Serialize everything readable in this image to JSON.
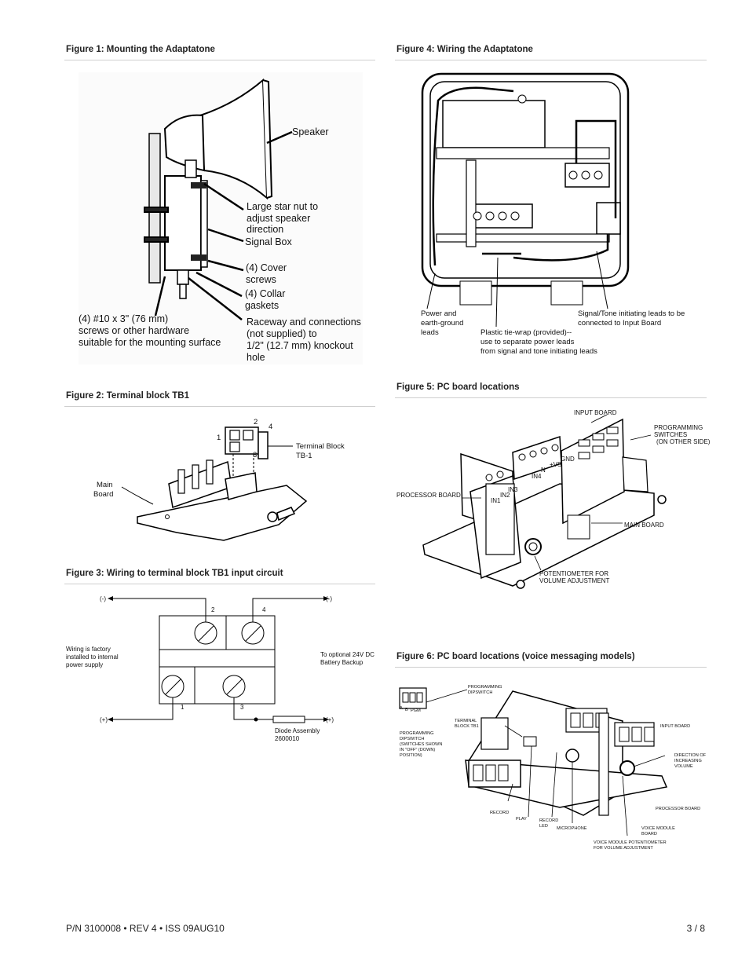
{
  "figures": {
    "fig1": {
      "title": "Figure 1:  Mounting the Adaptatone",
      "labels": {
        "speaker": "Speaker",
        "star_nut_1": "Large star nut to",
        "star_nut_2": "adjust speaker",
        "star_nut_3": "direction",
        "signal_box": "Signal Box",
        "cover_1": "(4) Cover",
        "cover_2": "screws",
        "collar_1": "(4) Collar",
        "collar_2": "gaskets",
        "screws_1": "(4) #10 x 3\" (76 mm)",
        "screws_2": "screws or other hardware",
        "screws_3": "suitable for the mounting surface",
        "raceway_1": "Raceway and connections",
        "raceway_2": "(not supplied) to",
        "raceway_3": "1/2\" (12.7 mm) knockout",
        "raceway_4": "hole"
      }
    },
    "fig2": {
      "title": "Figure 2:  Terminal block TB1",
      "labels": {
        "n1": "1",
        "n2": "2",
        "n3": "3",
        "n4": "4",
        "tb_1": "Terminal Block",
        "tb_2": "TB-1",
        "main_1": "Main",
        "main_2": "Board"
      }
    },
    "fig3": {
      "title": "Figure 3:   Wiring to terminal block TB1 input circuit",
      "labels": {
        "neg_left": "(-)",
        "neg_right": "(-)",
        "pos_left": "(+)",
        "pos_right": "(+)",
        "t2": "2",
        "t4": "4",
        "t1": "1",
        "t3": "3",
        "factory_1": "Wiring is factory",
        "factory_2": "installed to internal",
        "factory_3": "power supply",
        "battery_1": "To optional 24V DC",
        "battery_2": "Battery Backup",
        "diode_1": "Diode Assembly",
        "diode_2": "2600010"
      }
    },
    "fig4": {
      "title": "Figure 4:   Wiring the Adaptatone",
      "labels": {
        "power_1": "Power and",
        "power_2": "earth-ground",
        "power_3": "leads",
        "tiewrap_1": "Plastic tie-wrap (provided)--",
        "tiewrap_2": "use to separate power leads",
        "tiewrap_3": "from signal and tone initiating leads",
        "signal_1": "Signal/Tone initiating leads to be",
        "signal_2": "connected to Input Board"
      }
    },
    "fig5": {
      "title": "Figure 5:  PC board locations",
      "labels": {
        "input_board": "INPUT BOARD",
        "prog_1": "PROGRAMMING",
        "prog_2": "SWITCHES",
        "prog_3": "(ON OTHER SIDE)",
        "gnd": "GND",
        "n": "N",
        "vs": "+VS",
        "in4": "IN4",
        "in3": "IN3",
        "in2": "IN2",
        "in1": "IN1",
        "processor": "PROCESSOR BOARD",
        "main": "MAIN BOARD",
        "pot_1": "POTENTIOMETER FOR",
        "pot_2": "VOLUME ADJUSTMENT"
      }
    },
    "fig6": {
      "title": "Figure 6:   PC board locations (voice messaging models)",
      "labels": {
        "prog_dip_1": "PROGRAMMING",
        "prog_dip_2": "DIPSWITCH",
        "a": "A",
        "b": "B",
        "pgm": "PGM",
        "term_1": "TERMINAL",
        "term_2": "BLOCK TB1",
        "dip_1": "PROGRAMMING",
        "dip_2": "DIPSWITCH",
        "dip_3": "(SWITCHES SHOWN",
        "dip_4": "IN \"OFF\" (DOWN)",
        "dip_5": "POSITION)",
        "input_board": "INPUT BOARD",
        "dir_1": "DIRECTION OF",
        "dir_2": "INCREASING",
        "dir_3": "VOLUME",
        "processor": "PROCESSOR BOARD",
        "record": "RECORD",
        "play": "PLAY",
        "record_led_1": "RECORD",
        "record_led_2": "LED",
        "microphone": "MICROPHONE",
        "voice_1": "VOICE MODULE",
        "voice_2": "BOARD",
        "vpot_1": "VOICE MODULE POTENTIOMETER",
        "vpot_2": "FOR VOLUME ADJUSTMENT"
      }
    }
  },
  "footer": {
    "part_number": "P/N 3100008 • REV 4 • ISS 09AUG10",
    "page": "3 / 8"
  }
}
